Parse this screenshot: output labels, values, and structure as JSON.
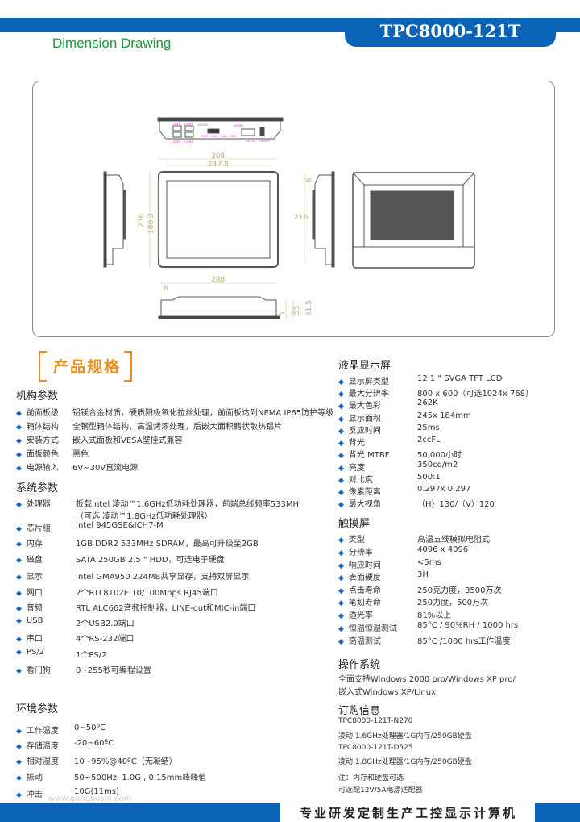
{
  "header": {
    "model": "TPC8000-121T",
    "section_title": "Dimension Drawing"
  },
  "drawing": {
    "dims": {
      "width_outer": "308",
      "width_view": "247.8",
      "height_outer": "236",
      "height_view": "186.3",
      "side_height": "216",
      "side_top": "6",
      "bottom_width": "288",
      "bottom_offset": "6",
      "depth_a": "5",
      "depth_b": "55",
      "depth_c": "61.5"
    },
    "ports": [
      "COM1",
      "COM2",
      "COM3",
      "COM4",
      "DC12V",
      "PWR",
      "VGA",
      "LAN",
      "USB",
      "AUDIO",
      "DC12V",
      "ON/OFF"
    ]
  },
  "specs_title": "产品规格",
  "structure": {
    "title": "机构参数",
    "items": [
      {
        "label": "前面板级",
        "value": "铝镁合金材质，硬质阳极氧化拉丝处理，前面板达到NEMA IP65防护等级"
      },
      {
        "label": "箱体结构",
        "value": "全钢型箱体结构，高温烤漆处理，后嵌大面积鳍状散热铝片"
      },
      {
        "label": "安装方式",
        "value": "嵌入式面板和VESA壁挂式兼容"
      },
      {
        "label": "面板颜色",
        "value": "黑色"
      },
      {
        "label": "电源输入",
        "value": "6V~30V直流电源"
      }
    ]
  },
  "system": {
    "title": "系统参数",
    "items": [
      {
        "label": "处理器",
        "value": "板载Intel 凌动™1.6GHz低功耗处理器，前端总线频率533MH",
        "value2": "（可选 凌动™1.8GHz低功耗处理器）"
      },
      {
        "label": "芯片组",
        "value": "Intel 945GSE&ICH7-M"
      },
      {
        "label": "内存",
        "value": "1GB DDR2 533MHz SDRAM，最高可升级至2GB"
      },
      {
        "label": "磁盘",
        "value": "SATA 250GB 2.5 \" HDD，可选电子硬盘"
      },
      {
        "label": "显示",
        "value": "Intel  GMA950 224MB共享显存，支持双屏显示"
      },
      {
        "label": "网口",
        "value": "2个RTL8102E 10/100Mbps RJ45端口"
      },
      {
        "label": "音频",
        "value": "RTL ALC662音频控制器，LINE-out和MIC-in端口"
      },
      {
        "label": "USB",
        "value": "2个USB2.0端口"
      },
      {
        "label": "串口",
        "value": "4个RS-232端口"
      },
      {
        "label": "PS/2",
        "value": "1个PS/2"
      },
      {
        "label": "看门狗",
        "value": "0~255秒可编程设置"
      }
    ]
  },
  "environment": {
    "title": "环境参数",
    "items": [
      {
        "label": "工作温度",
        "value": "0~50ºC"
      },
      {
        "label": "存储温度",
        "value": "-20~60ºC"
      },
      {
        "label": "相对湿度",
        "value": "10~95%@40ºC（无凝结）"
      },
      {
        "label": "振动",
        "value": "50~500Hz, 1.0G , 0.15mm峰峰值"
      },
      {
        "label": "冲击",
        "value": "10G(11ms)"
      }
    ]
  },
  "lcd": {
    "title": "液晶显示屏",
    "items": [
      {
        "label": "显示屏类型",
        "value": "12.1 \"  SVGA TFT LCD"
      },
      {
        "label": "最大分辨率",
        "value": "800 x 600（可选1024x 768）"
      },
      {
        "label": "最大色彩",
        "value": "262K"
      },
      {
        "label": "显示面积",
        "value": "245x 184mm"
      },
      {
        "label": "反应时间",
        "value": "25ms"
      },
      {
        "label": "背光",
        "value": "2ccFL"
      },
      {
        "label": "背光 MTBF",
        "value": "50,000小时"
      },
      {
        "label": "亮度",
        "value": "350cd/m2"
      },
      {
        "label": "对比度",
        "value": "500:1"
      },
      {
        "label": "像素距离",
        "value": "0.297x 0.297"
      },
      {
        "label": "最大视角",
        "value": "（H）130/（V）120"
      }
    ]
  },
  "touch": {
    "title": "触摸屏",
    "items": [
      {
        "label": "类型",
        "value": "高温五线模拟电阻式"
      },
      {
        "label": "分辨率",
        "value": "4096 x 4096"
      },
      {
        "label": "响应时间",
        "value": "<5ms"
      },
      {
        "label": "表面硬度",
        "value": "3H"
      },
      {
        "label": "点击寿命",
        "value": "250克力度，3500万次"
      },
      {
        "label": "笔划寿命",
        "value": "250力度，500万次"
      },
      {
        "label": "透光率",
        "value": "81%以上"
      },
      {
        "label": "恒温恒湿测试",
        "value": "85°C / 90%RH / 1000 hrs"
      },
      {
        "label": "高温测试",
        "value": "85°C /1000 hrs工作温度"
      }
    ]
  },
  "os": {
    "title": "操作系统",
    "lines": [
      "全面支持Windows 2000 pro/Windows XP pro/",
      "嵌入式Windows XP/Linux"
    ]
  },
  "order": {
    "title": "订购信息",
    "lines": [
      "TPC8000-121T-N270",
      "凌动 1.6GHz处理器/1G内存/250GB硬盘",
      "TPC8000-121T-D525",
      "凌动 1.8GHz处理器/1G内存/250GB硬盘",
      "注：内存和硬盘可选",
      "可选配12V/5A电源适配器"
    ]
  },
  "footer": {
    "slogan": "专业研发定制生产工控显示计算机",
    "watermark": "www.gongboshi.com"
  },
  "colors": {
    "brand_blue": "#0b63b6",
    "title_green": "#1a9a3a",
    "accent_orange": "#f08c1e",
    "dimension_olive": "#b8b070",
    "port_label_magenta": "#e020e0"
  }
}
